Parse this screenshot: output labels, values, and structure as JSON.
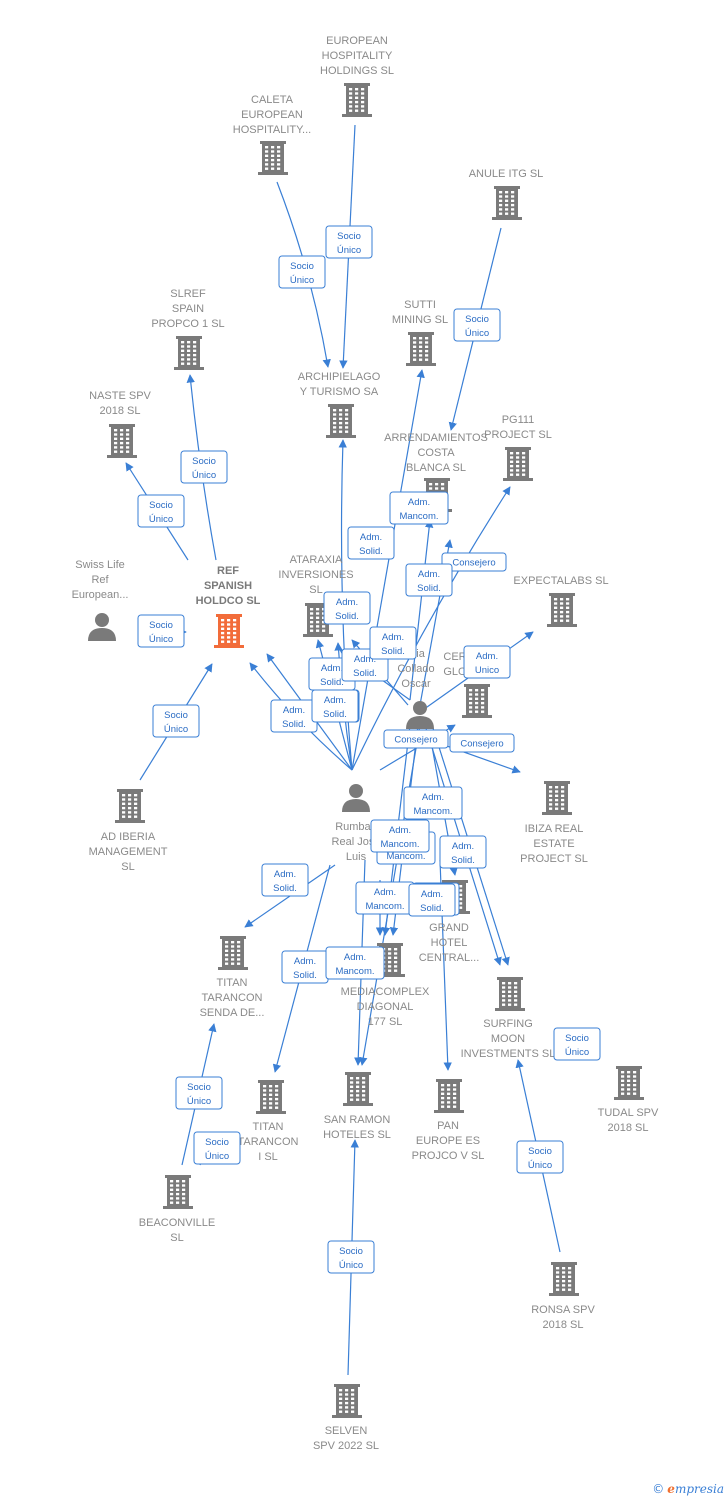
{
  "colors": {
    "building": "#7a7a7a",
    "building_main": "#f26c3a",
    "person": "#7a7a7a",
    "edge": "#3a7fd5"
  },
  "nodes": [
    {
      "id": "ehh",
      "type": "company",
      "lines": [
        "EUROPEAN",
        "HOSPITALITY",
        "HOLDINGS  SL"
      ]
    },
    {
      "id": "caleta",
      "type": "company",
      "lines": [
        "CALETA",
        "EUROPEAN",
        "HOSPITALITY..."
      ]
    },
    {
      "id": "anule",
      "type": "company",
      "lines": [
        "ANULE ITG  SL"
      ]
    },
    {
      "id": "slref",
      "type": "company",
      "lines": [
        "SLREF",
        "SPAIN",
        "PROPCO 1  SL"
      ]
    },
    {
      "id": "sutti",
      "type": "company",
      "lines": [
        "SUTTI",
        "MINING SL"
      ]
    },
    {
      "id": "naste",
      "type": "company",
      "lines": [
        "NASTE SPV",
        "2018  SL"
      ]
    },
    {
      "id": "archi",
      "type": "company",
      "lines": [
        "ARCHIPIELAGO",
        "Y TURISMO SA"
      ]
    },
    {
      "id": "arrend",
      "type": "company",
      "lines": [
        "ARRENDAMIENTOS",
        "COSTA",
        "BLANCA SL"
      ]
    },
    {
      "id": "pg111",
      "type": "company",
      "lines": [
        "PG111",
        "PROJECT  SL"
      ]
    },
    {
      "id": "swiss",
      "type": "person",
      "lines": [
        "Swiss Life",
        "Ref",
        "European..."
      ]
    },
    {
      "id": "ref",
      "type": "main",
      "lines": [
        "REF",
        "SPANISH",
        "HOLDCO  SL"
      ]
    },
    {
      "id": "ataraxia",
      "type": "company",
      "lines": [
        "ATARAXIA",
        "INVERSIONES",
        "SL"
      ]
    },
    {
      "id": "expectalabs",
      "type": "company",
      "lines": [
        "EXPECTALABS SL"
      ]
    },
    {
      "id": "garcia",
      "type": "person",
      "lines": [
        "rcia",
        "Collado",
        "Oscar"
      ]
    },
    {
      "id": "cer",
      "type": "company",
      "lines": [
        "CER",
        "GLO"
      ]
    },
    {
      "id": "adiberia",
      "type": "company",
      "lines": [
        "AD IBERIA",
        "MANAGEMENT",
        "SL"
      ]
    },
    {
      "id": "rumbao",
      "type": "person",
      "lines": [
        "Rumbao",
        "Real Jose",
        "Luis"
      ]
    },
    {
      "id": "ibiza",
      "type": "company",
      "lines": [
        "IBIZA REAL",
        "ESTATE",
        "PROJECT  SL"
      ]
    },
    {
      "id": "grand",
      "type": "company",
      "lines": [
        "GRAND",
        "HOTEL",
        "CENTRAL..."
      ]
    },
    {
      "id": "titansenda",
      "type": "company",
      "lines": [
        "TITAN",
        "TARANCON",
        "SENDA DE..."
      ]
    },
    {
      "id": "mediacomplex",
      "type": "company",
      "lines": [
        "MEDIACOMPLEX",
        "DIAGONAL",
        "177  SL"
      ]
    },
    {
      "id": "surfing",
      "type": "company",
      "lines": [
        "SURFING",
        "MOON",
        "INVESTMENTS SL"
      ]
    },
    {
      "id": "tudal",
      "type": "company",
      "lines": [
        "TUDAL SPV",
        "2018  SL"
      ]
    },
    {
      "id": "titan1",
      "type": "company",
      "lines": [
        "TITAN",
        "TARANCON",
        "I  SL"
      ]
    },
    {
      "id": "sanramon",
      "type": "company",
      "lines": [
        "SAN RAMON",
        "HOTELES SL"
      ]
    },
    {
      "id": "pan",
      "type": "company",
      "lines": [
        "PAN",
        "EUROPE ES",
        "PROJCO V SL"
      ]
    },
    {
      "id": "beaconville",
      "type": "company",
      "lines": [
        "BEACONVILLE",
        "SL"
      ]
    },
    {
      "id": "ronsa",
      "type": "company",
      "lines": [
        "RONSA SPV",
        "2018  SL"
      ]
    },
    {
      "id": "selven",
      "type": "company",
      "lines": [
        "SELVEN",
        "SPV 2022  SL"
      ]
    }
  ],
  "edge_labels": [
    [
      "Socio",
      "Único"
    ],
    [
      "Socio",
      "Único"
    ],
    [
      "Socio",
      "Único"
    ],
    [
      "Socio",
      "Único"
    ],
    [
      "Socio",
      "Único"
    ],
    [
      "Socio",
      "Único"
    ],
    [
      "Socio",
      "Único"
    ],
    [
      "Adm.",
      "Mancom."
    ],
    [
      "Adm.",
      "Solid."
    ],
    [
      "Consejero"
    ],
    [
      "Adm.",
      "Solid."
    ],
    [
      "Adm.",
      "Solid."
    ],
    [
      "Adm.",
      "Solid."
    ],
    [
      "Adm.",
      "Solid."
    ],
    [
      "Adm.",
      "Unico"
    ],
    [
      "Adm.",
      "Solid."
    ],
    [
      "Adm.",
      "Solid."
    ],
    [
      "Adm.",
      "Solid."
    ],
    [
      "Adm.",
      "Solid."
    ],
    [
      "Consejero"
    ],
    [
      "Consejero"
    ],
    [
      "Adm.",
      "Mancom."
    ],
    [
      "Adm.",
      "Mancom."
    ],
    [
      "Adm.",
      "Mancom."
    ],
    [
      "Adm.",
      "Solid."
    ],
    [
      "Adm.",
      "Solid."
    ],
    [
      "Adm.",
      "Mancom."
    ],
    [
      "Adm.",
      "Solid."
    ],
    [
      "Adm.",
      "Solid."
    ],
    [
      "Adm.",
      "Mancom."
    ],
    [
      "Socio",
      "Único"
    ],
    [
      "Socio",
      "Único"
    ],
    [
      "Socio",
      "Único"
    ],
    [
      "Socio",
      "Único"
    ],
    [
      "Socio",
      "Único"
    ],
    [
      "Adm.",
      "Solid."
    ]
  ],
  "footer": {
    "copyright": "©",
    "brand_first": "e",
    "brand_rest": "mpresia"
  }
}
